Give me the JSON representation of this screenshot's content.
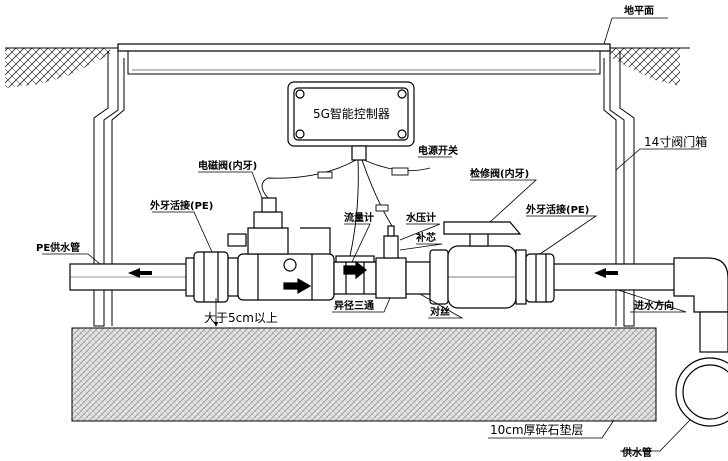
{
  "labels": {
    "ground_surface": "地平面",
    "controller": "5G智能控制器",
    "power_switch": "电源开关",
    "valve_box": "14寸阀门箱",
    "solenoid_valve": "电磁阀(内牙)",
    "maintenance_valve": "检修阀(内牙)",
    "outer_union_left": "外牙活接(PE)",
    "outer_union_right": "外牙活接(PE)",
    "flow_meter": "流量计",
    "pressure_gauge": "水压计",
    "valve_core": "补芯",
    "pe_supply_pipe": "PE供水管",
    "reducing_tee": "异径三通",
    "nipple": "对丝",
    "inlet_direction": "进水方向",
    "clearance": "大于5cm以上",
    "gravel_layer": "10cm厚碎石垫层",
    "supply_pipe": "供水管"
  },
  "colors": {
    "line": "#000000",
    "background": "#ffffff",
    "gravel": "#d8d8d8"
  }
}
